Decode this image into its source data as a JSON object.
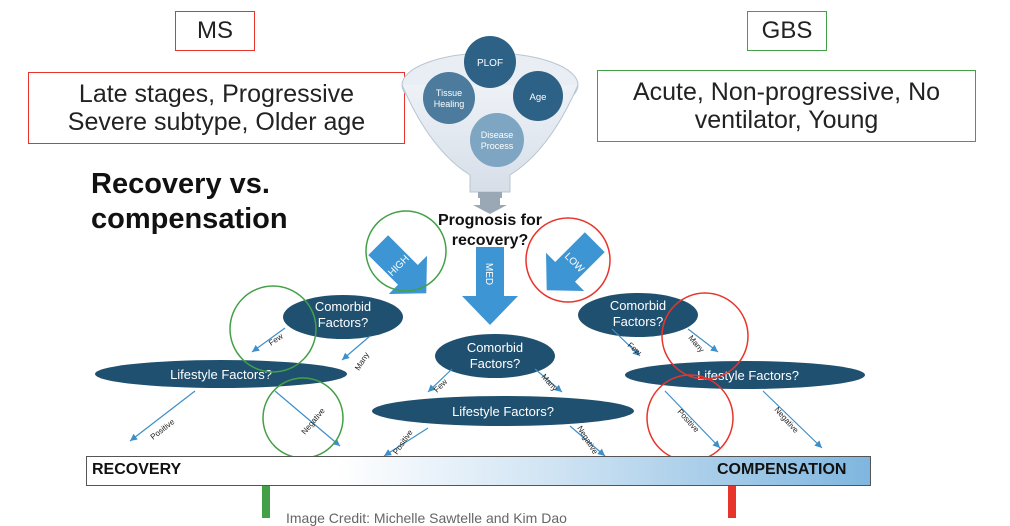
{
  "tags": {
    "left": "MS",
    "right": "GBS"
  },
  "colors": {
    "red": "#e8352b",
    "green": "#43a047",
    "navy": "#20506f",
    "blue": "#4a9fd8",
    "funnel": "#dfe7ef"
  },
  "left_box": "Late stages, Progressive\nSevere subtype, Older age",
  "right_box": "Acute, Non-progressive, No\nventilator, Young",
  "heading": "Recovery vs.\ncompensation",
  "funnel": {
    "top": "PLOF",
    "left": "Tissue\nHealing",
    "right": "Age",
    "bottom": "Disease\nProcess"
  },
  "prognosis": "Prognosis for\nrecovery?",
  "arrows": {
    "high": "HIGH",
    "med": "MED",
    "low": "LOW"
  },
  "comorbid": "Comorbid\nFactors?",
  "lifestyle": "Lifestyle Factors?",
  "branch": {
    "few": "Few",
    "many": "Many",
    "positive": "Positive",
    "negative": "Negative"
  },
  "bar": {
    "left": "RECOVERY",
    "right": "COMPENSATION"
  },
  "credit": "Image Credit: Michelle Sawtelle and Kim Dao"
}
